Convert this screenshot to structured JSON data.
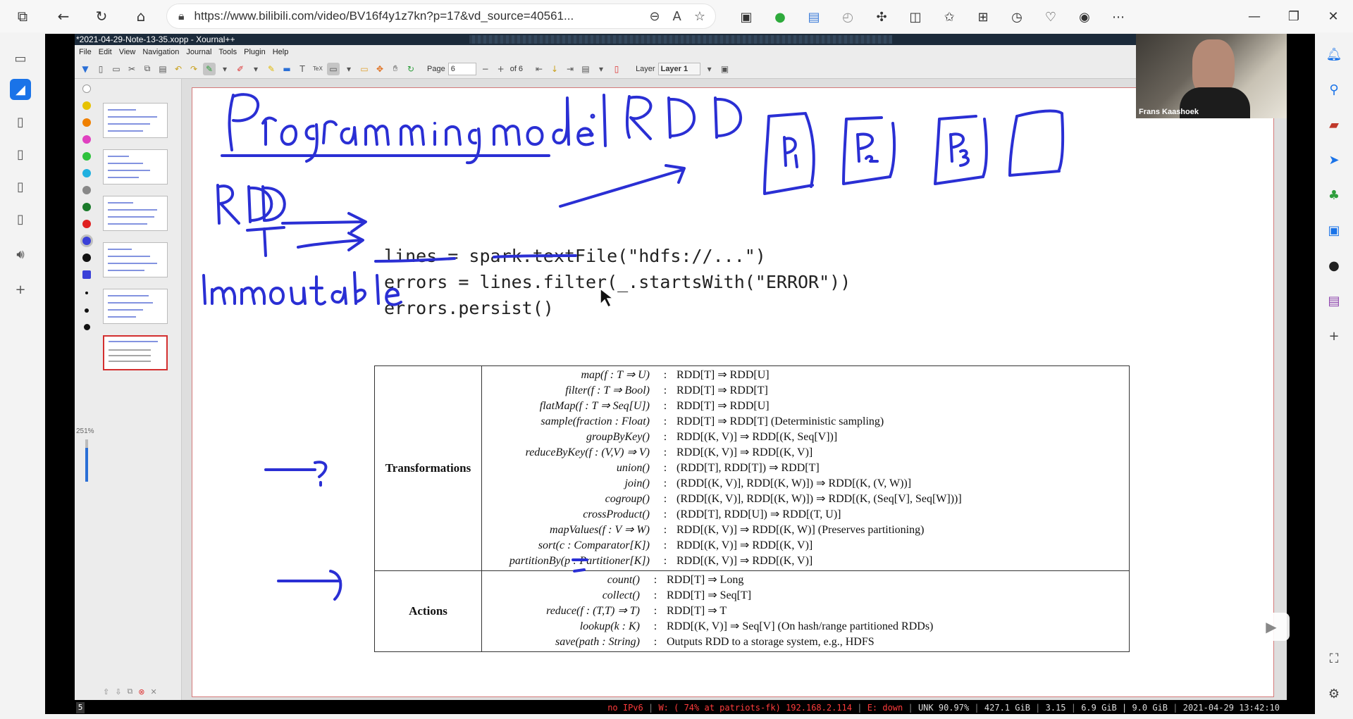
{
  "browser": {
    "url": "https://www.bilibili.com/video/BV16f4y1z7kn?p=17&vd_source=40561..."
  },
  "xournal": {
    "title": "*2021-04-29-Note-13-35.xopp - Xournal++",
    "menu": [
      "File",
      "Edit",
      "View",
      "Navigation",
      "Journal",
      "Tools",
      "Plugin",
      "Help"
    ],
    "page_label": "Page",
    "page_value": "6",
    "page_of": "of 6",
    "layer_label": "Layer",
    "layer_value": "Layer 1",
    "zoom": "251%"
  },
  "webcam": {
    "name": "Frans Kaashoek"
  },
  "code_lines": [
    "lines = spark.textFile(\"hdfs://...\")",
    "errors = lines.filter(_.startsWith(\"ERROR\"))",
    "errors.persist()"
  ],
  "table": {
    "transformations_label": "Transformations",
    "actions_label": "Actions",
    "transformations": [
      {
        "sig": "map(f : T ⇒ U)",
        "res": "RDD[T] ⇒ RDD[U]"
      },
      {
        "sig": "filter(f : T ⇒ Bool)",
        "res": "RDD[T] ⇒ RDD[T]"
      },
      {
        "sig": "flatMap(f : T ⇒ Seq[U])",
        "res": "RDD[T] ⇒ RDD[U]"
      },
      {
        "sig": "sample(fraction : Float)",
        "res": "RDD[T] ⇒ RDD[T]  (Deterministic sampling)"
      },
      {
        "sig": "groupByKey()",
        "res": "RDD[(K, V)] ⇒ RDD[(K, Seq[V])]"
      },
      {
        "sig": "reduceByKey(f : (V,V) ⇒ V)",
        "res": "RDD[(K, V)] ⇒ RDD[(K, V)]"
      },
      {
        "sig": "union()",
        "res": "(RDD[T], RDD[T]) ⇒ RDD[T]"
      },
      {
        "sig": "join()",
        "res": "(RDD[(K, V)], RDD[(K, W)]) ⇒ RDD[(K, (V, W))]"
      },
      {
        "sig": "cogroup()",
        "res": "(RDD[(K, V)], RDD[(K, W)]) ⇒ RDD[(K, (Seq[V], Seq[W]))]"
      },
      {
        "sig": "crossProduct()",
        "res": "(RDD[T], RDD[U]) ⇒ RDD[(T, U)]"
      },
      {
        "sig": "mapValues(f : V ⇒ W)",
        "res": "RDD[(K, V)] ⇒ RDD[(K, W)]  (Preserves partitioning)"
      },
      {
        "sig": "sort(c : Comparator[K])",
        "res": "RDD[(K, V)] ⇒ RDD[(K, V)]"
      },
      {
        "sig": "partitionBy(p : Partitioner[K])",
        "res": "RDD[(K, V)] ⇒ RDD[(K, V)]"
      }
    ],
    "actions": [
      {
        "sig": "count()",
        "res": "RDD[T] ⇒ Long"
      },
      {
        "sig": "collect()",
        "res": "RDD[T] ⇒ Seq[T]"
      },
      {
        "sig": "reduce(f : (T,T) ⇒ T)",
        "res": "RDD[T] ⇒ T"
      },
      {
        "sig": "lookup(k : K)",
        "res": "RDD[(K, V)] ⇒ Seq[V]  (On hash/range partitioned RDDs)"
      },
      {
        "sig": "save(path : String)",
        "res": "Outputs RDD to a storage system, e.g., HDFS"
      }
    ]
  },
  "status": {
    "workspace": "5",
    "ipv6": "no IPv6",
    "wifi": "W: ( 74% at patriots-fk) 192.168.2.114",
    "eth": "E: down",
    "battery": "UNK 90.97%",
    "disk": "427.1 GiB",
    "load": "3.15",
    "mem": "6.9 GiB | 9.0 GiB",
    "datetime": "2021-04-29 13:42:10"
  },
  "colors": {
    "ink": "#2a2fd4",
    "page_border": "#d47a7a",
    "accent": "#1a73e8"
  }
}
